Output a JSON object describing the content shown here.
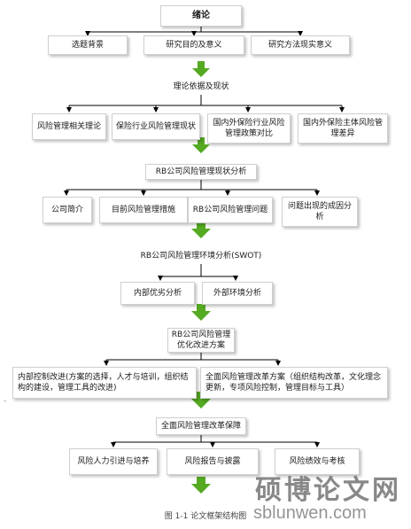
{
  "nodes": {
    "intro": "绪论",
    "bg": "选题背景",
    "purpose": "研究目的及意义",
    "method": "研究方法现实意义",
    "theory": "理论依据及现状",
    "t1": "风险管理相关理论",
    "t2": "保险行业风险管理现状",
    "t3": "国内外保险行业风险管理政策对比",
    "t4": "国内外保险主体风险管理差异",
    "status": "RB公司风险管理现状分析",
    "s1": "公司简介",
    "s2": "目前风险管理措施",
    "s3": "RB公司风险管理问题",
    "s4": "问题出现的成因分析",
    "env": "RB公司风险管理环境分析(SWOT)",
    "e1": "内部优劣分析",
    "e2": "外部环境分析",
    "plan": "RB公司风险管理优化改进方案",
    "p1": "内部控制改进(方案的选择，人才与培训，组织结构的建设，管理工具的改进)",
    "p2": "全面风险管理改革方案（组织结构改革，文化理念更新，专项风险控制，管理目标与工具）",
    "guar": "全面风险管理改革保障",
    "g1": "风险人力引进与培养",
    "g2": "风险报告与披露",
    "g3": "风险绩效与考核"
  },
  "caption": "图 1-1 论文框架结构图",
  "watermark": {
    "cn": "硕博论文网",
    "url": "sblunwen.com"
  },
  "colors": {
    "arrow": "#55aa22",
    "line": "#000000"
  }
}
